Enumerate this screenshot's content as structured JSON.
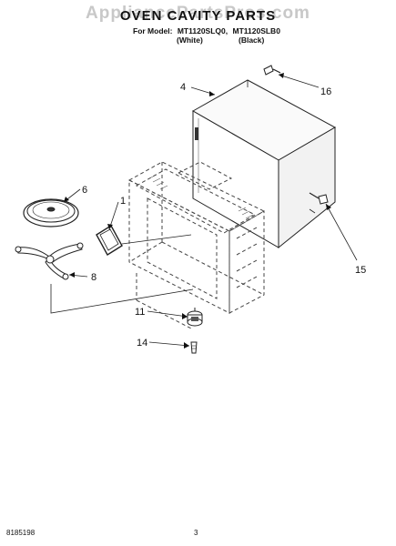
{
  "header": {
    "watermark": "AppliancePartsPros.com",
    "title": "OVEN CAVITY PARTS",
    "model_prefix": "For Model:",
    "models": [
      "MT1120SLQ0,",
      "MT1120SLB0"
    ],
    "variants": [
      "(White)",
      "(Black)"
    ]
  },
  "callouts": [
    "4",
    "16",
    "6",
    "1",
    "8",
    "15",
    "11",
    "14"
  ],
  "footer": {
    "doc_number": "8185198",
    "page_number": "3"
  }
}
